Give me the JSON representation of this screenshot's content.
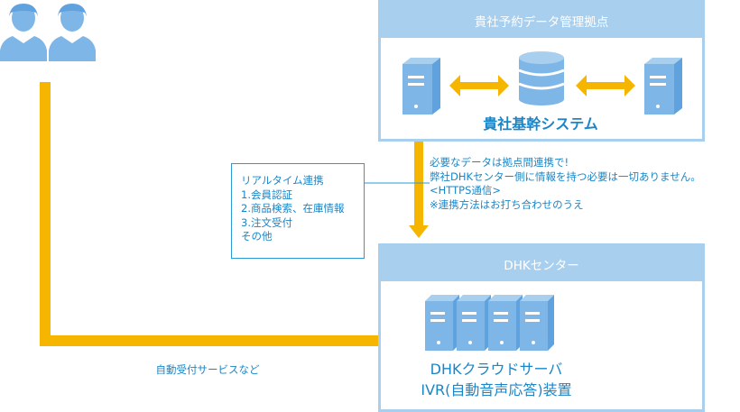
{
  "colors": {
    "panel": "#a9cfef",
    "accent": "#1a86c8",
    "arrow": "#f6b600",
    "icon": "#7fb6e8"
  },
  "icons": [
    "person-icon",
    "person-icon",
    "server-icon",
    "database-icon",
    "server-icon",
    "server-icon"
  ],
  "client_panel": {
    "title": "貴社予約データ管理拠点",
    "system_label": "貴社基幹システム"
  },
  "realtime_box": {
    "lines": [
      "リアルタイム連携",
      "1.会員認証",
      "2.商品検索、在庫情報",
      "3.注文受付",
      "その他"
    ]
  },
  "note": {
    "lines": [
      "必要なデータは拠点間連携で!",
      "弊社DHKセンター側に情報を持つ必要は一切ありません。",
      "<HTTPS通信>",
      "※連携方法はお打ち合わせのうえ"
    ]
  },
  "dhk_panel": {
    "title": "DHKセンター",
    "cloud_label_line1": "DHKクラウドサーバ",
    "cloud_label_line2": "IVR(自動音声応答)装置"
  },
  "auto_service_label": "自動受付サービスなど"
}
